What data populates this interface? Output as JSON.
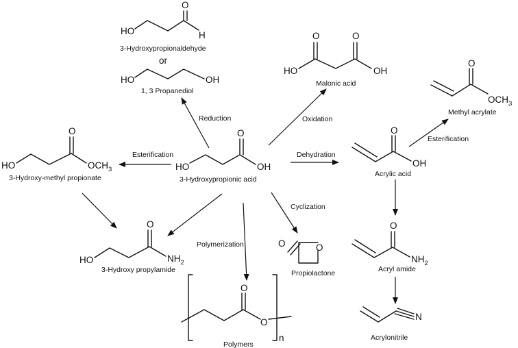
{
  "compounds": {
    "center": "3-Hydroxypropionic acid",
    "hpa": "3-Hydroxypropionaldehyde",
    "or": "or",
    "pdo": "1, 3 Propanediol",
    "malonic": "Malonic acid",
    "methyl_acrylate": "Methyl acrylate",
    "acrylic": "Acrylic acid",
    "methyl_prop": "3-Hydroxy-methyl propionate",
    "amide": "3-Hydroxy propylamide",
    "propiolactone": "Propiolactone",
    "polymers": "Polymers",
    "acryl_amide": "Acryl amide",
    "acrylonitrile": "Acrylonitrile"
  },
  "reactions": {
    "reduction": "Reduction",
    "oxidation": "Oxidation",
    "esterification_left": "Esterification",
    "dehydration": "Dehydration",
    "esterification_right": "Esterification",
    "cyclization": "Cyclization",
    "polymerization": "Polymerization"
  },
  "atoms": {
    "HO": "HO",
    "OH": "OH",
    "O": "O",
    "H": "H",
    "OCH": "OCH",
    "NH": "NH",
    "N": "N",
    "sub3": "3",
    "sub2": "2",
    "n": "n"
  }
}
